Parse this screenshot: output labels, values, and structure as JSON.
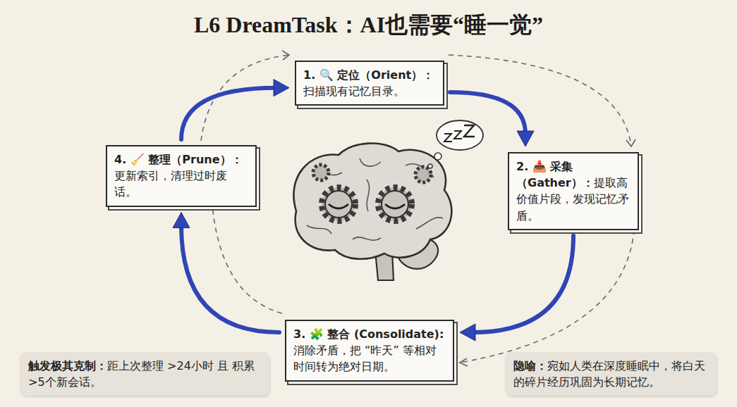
{
  "diagram": {
    "title": "L6 DreamTask：AI也需要“睡一觉”",
    "nodes": [
      {
        "text": [
          "1. 🔍 定位（Orient）：",
          "扫描现有记忆目录。"
        ]
      },
      {
        "text": [
          "2. 📥 采集（Gather）：",
          "提取高价值片段，发现记忆矛盾。"
        ]
      },
      {
        "text": [
          "3. 🧩 整合 (Consolidate):",
          "消除矛盾，把 “昨天” 等相对时间转为绝对日期。"
        ]
      },
      {
        "text": [
          "4. 🧹 整理（Prune）：",
          "更新索引，清理过时废话。"
        ]
      },
      {
        "text": [
          "触发极其克制：",
          "距上次整理 >24小时 且 积累 >5个新会话。"
        ]
      },
      {
        "text": [
          "隐喻：",
          "宛如人类在深度睡眠中，将白天的碎片经历巩固为长期记忆。"
        ]
      }
    ],
    "edges": [
      {
        "from": 0,
        "to": 1,
        "arrow": "to"
      },
      {
        "from": 1,
        "to": 2,
        "arrow": "to"
      },
      {
        "from": 2,
        "to": 3,
        "arrow": "to"
      },
      {
        "from": 3,
        "to": 0,
        "arrow": "to"
      }
    ]
  }
}
